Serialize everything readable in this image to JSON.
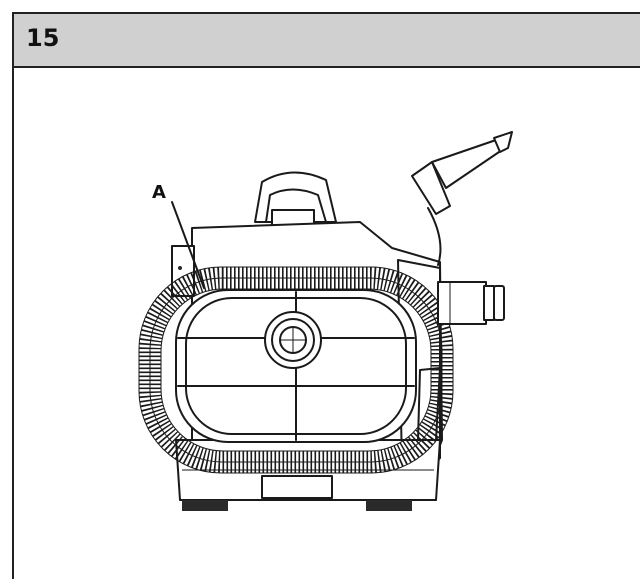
{
  "header": {
    "step_number": "15"
  },
  "figure": {
    "callouts": [
      {
        "label": "A",
        "target": "hose-coil"
      }
    ]
  },
  "colors": {
    "header_bg": "#d0d0d0",
    "line": "#1a1a1a"
  }
}
